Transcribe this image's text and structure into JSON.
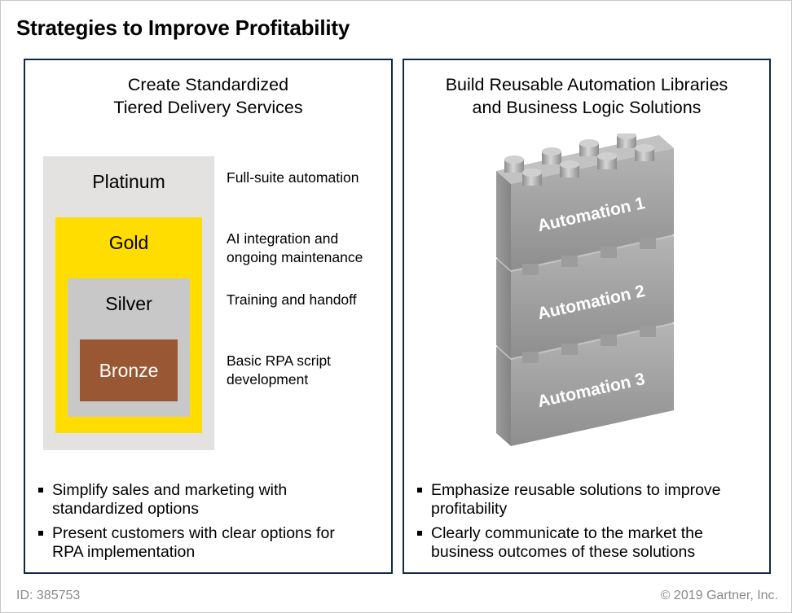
{
  "title": "Strategies to Improve Profitability",
  "left_panel": {
    "heading": [
      "Create Standardized",
      "Tiered Delivery Services"
    ],
    "tiers": [
      {
        "name": "Platinum",
        "description": [
          "Full-suite automation"
        ],
        "color": "#e4e2e0"
      },
      {
        "name": "Gold",
        "description": [
          "AI integration and",
          "ongoing maintenance"
        ],
        "color": "#ffdd00"
      },
      {
        "name": "Silver",
        "description": [
          "Training and handoff"
        ],
        "color": "#c8c8c8"
      },
      {
        "name": "Bronze",
        "description": [
          "Basic RPA script",
          "development"
        ],
        "color": "#9a5733"
      }
    ],
    "bullets": [
      [
        "Simplify sales and marketing with",
        "standardized options"
      ],
      [
        "Present customers with clear options for",
        "RPA implementation"
      ]
    ]
  },
  "right_panel": {
    "heading": [
      "Build Reusable Automation Libraries",
      "and Business Logic Solutions"
    ],
    "bricks": [
      "Automation 1",
      "Automation 2",
      "Automation 3"
    ],
    "bullets": [
      [
        "Emphasize reusable solutions to improve",
        "profitability"
      ],
      [
        "Clearly communicate to the market the",
        "business outcomes of these solutions"
      ]
    ]
  },
  "footer": {
    "id": "ID: 385753",
    "copyright": "© 2019 Gartner, Inc."
  },
  "colors": {
    "panel_border": "#0e2a47",
    "brick_front": "#a6a6a6",
    "brick_top": "#c2c2c2",
    "brick_label": "#ffffff",
    "footer_text": "#8a8a8a"
  }
}
